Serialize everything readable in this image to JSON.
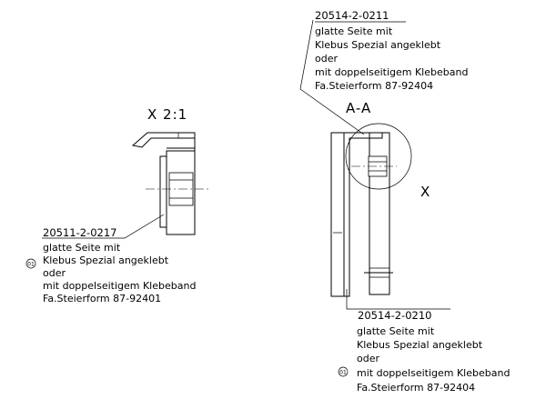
{
  "view_labels": {
    "detail": "X 2:1",
    "section": "A-A",
    "detail_marker": "X"
  },
  "notes": {
    "top": {
      "part_number": "20514-2-0211",
      "lines": [
        "glatte Seite mit",
        "Klebus Spezial angeklebt",
        "oder",
        "mit doppelseitigem Klebeband",
        "Fa.Steierform 87-92404"
      ]
    },
    "left": {
      "part_number": "20511-2-0217",
      "lines": [
        "glatte Seite mit",
        "Klebus Spezial angeklebt",
        "oder",
        "mit doppelseitigem Klebeband",
        "Fa.Steierform 87-92401"
      ],
      "item_marker": "01"
    },
    "bottom": {
      "part_number": "20514-2-0210",
      "lines": [
        "glatte Seite mit",
        "Klebus Spezial angeklebt",
        "oder",
        "mit doppelseitigem Klebeband",
        "Fa.Steierform 87-92404"
      ],
      "item_marker": "01"
    }
  }
}
